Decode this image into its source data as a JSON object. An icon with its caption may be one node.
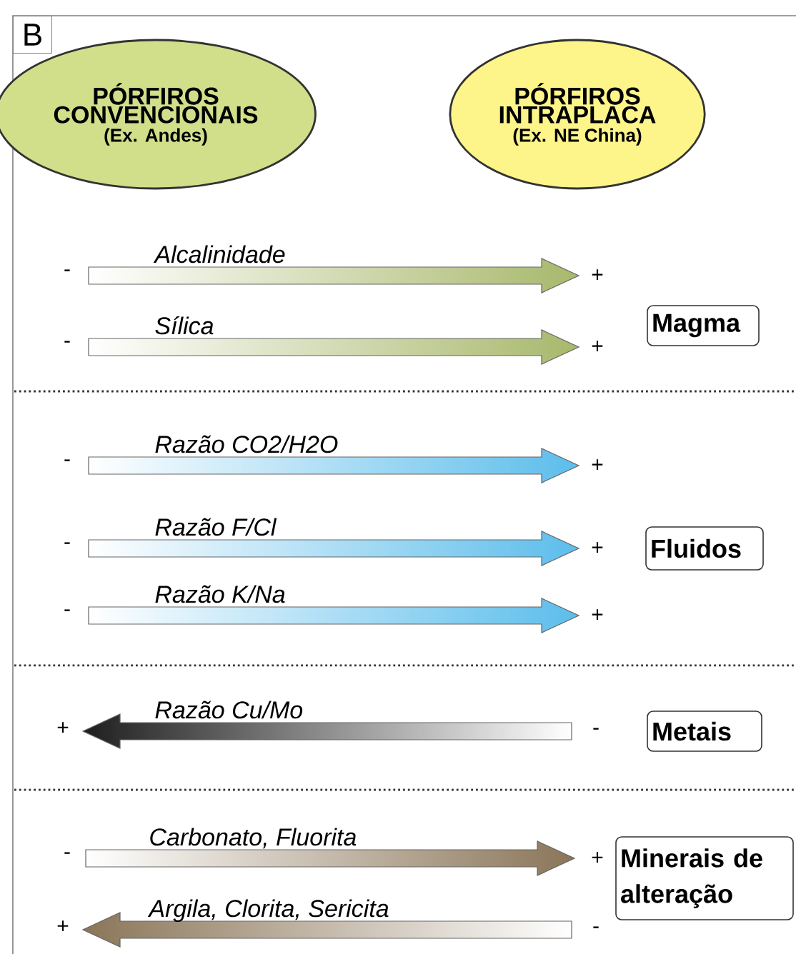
{
  "diagram": {
    "nodes": [
      {
        "text": [
          "PÓRFIROS CONVENCIONAIS",
          "(Ex. Andes)"
        ]
      },
      {
        "text": [
          "PÓRFIROS INTRAPLACA",
          "(Ex. NE China)"
        ]
      },
      {
        "text": [
          "Magma"
        ]
      },
      {
        "text": [
          "Fluidos"
        ]
      },
      {
        "text": [
          "Metais"
        ]
      },
      {
        "text": [
          "Minerais de alteração"
        ]
      }
    ],
    "labels": [
      "B",
      "Alcalinidade",
      "-",
      "+",
      "Sílica",
      "-",
      "+",
      "Razão CO2/H2O",
      "-",
      "+",
      "Razão F/Cl",
      "-",
      "+",
      "Razão K/Na",
      "-",
      "+",
      "Razão Cu/Mo",
      "+",
      "-",
      "Carbonato, Fluorita",
      "-",
      "+",
      "Argila, Clorita,  Sericita",
      "+",
      "-"
    ]
  }
}
